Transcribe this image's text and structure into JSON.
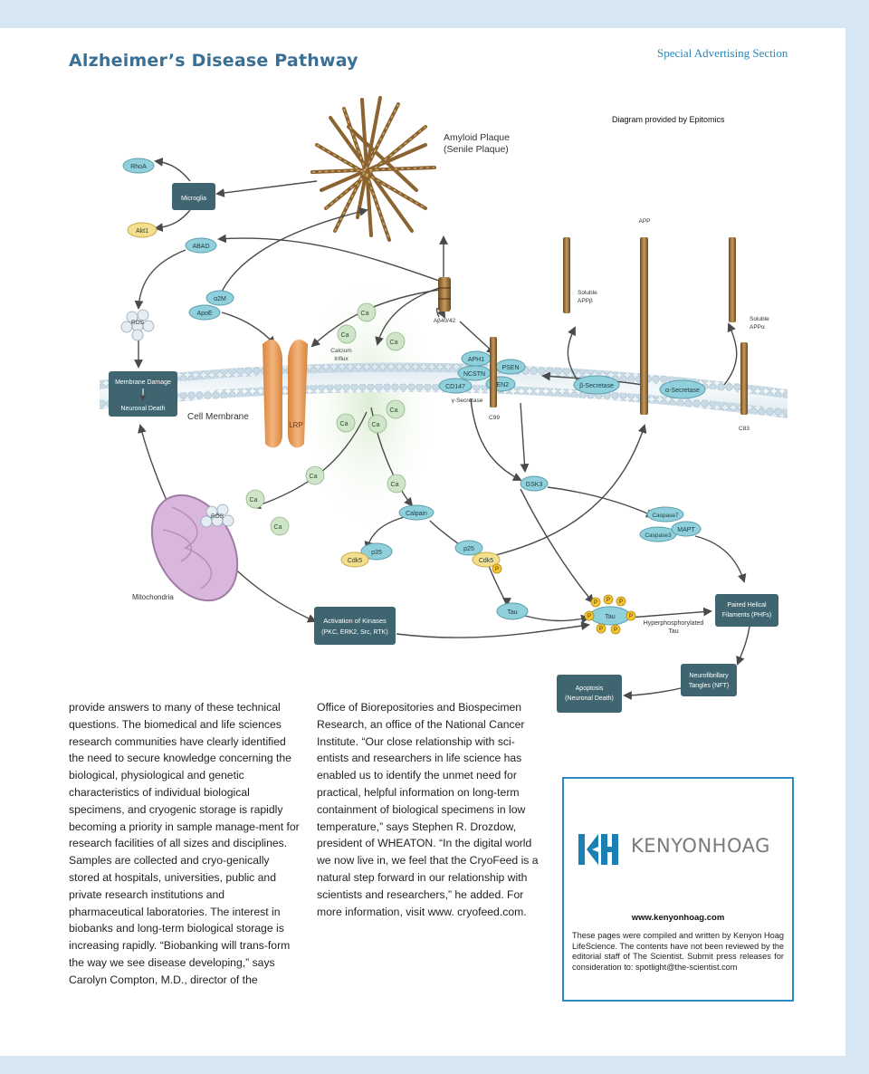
{
  "header": {
    "section_tag": "Special Advertising Section"
  },
  "diagram": {
    "title": "Alzheimer’s Disease Pathway",
    "credit": "Diagram provided by Epitomics",
    "labels": {
      "amyloid_plaque_1": "Amyloid Plaque",
      "amyloid_plaque_2": "(Senile Plaque)",
      "rhoa": "RhoA",
      "microglia": "Microglia",
      "akt1": "Akt1",
      "abad": "ABAD",
      "ros": "ROS",
      "a2m": "α2M",
      "apoe": "ApoE",
      "membrane_damage": "Membrane Damage",
      "neuronal_death": "Neuronal Death",
      "cell_membrane": "Cell Membrane",
      "lrp": "LRP",
      "calcium_influx_1": "Calcium",
      "calcium_influx_2": "Influx",
      "ca": "Ca",
      "ab4042": "Aβ40/42",
      "aph1": "APH1",
      "ncstn": "NCSTN",
      "cd147": "CD147",
      "psen": "PSEN",
      "pen2": "PEN2",
      "gamma_secretase": "γ-Secretase",
      "c99": "C99",
      "app": "APP",
      "soluble_appb_1": "Soluble",
      "soluble_appb_2": "APPβ",
      "soluble_appa_1": "Soluble",
      "soluble_appa_2": "APPα",
      "beta_secretase": "β-Secretase",
      "alpha_secretase": "α-Secretase",
      "c83": "C83",
      "gsk3": "GSK3",
      "caspase7": "Caspase7",
      "caspase3": "Caspase3",
      "mapt": "MAPT",
      "calpain": "Calpain",
      "p35": "p35",
      "cdk5": "Cdk5",
      "p25": "p25",
      "tau": "Tau",
      "p": "P",
      "mitochondria": "Mitochondria",
      "kinases_1": "Activation of Kinases",
      "kinases_2": "(PKC, ERK2, Src, RTK)",
      "hyperphos_1": "Hyperphosphorylated",
      "hyperphos_2": "Tau",
      "phf_1": "Paired Helical",
      "phf_2": "Filaments (PHFs)",
      "nft_1": "Neurofibrillary",
      "nft_2": "Tangles (NFT)",
      "apoptosis_1": "Apoptosis",
      "apoptosis_2": "(Neuronal Death)"
    }
  },
  "article": {
    "column1": "provide answers to many of these technical questions. The biomedical and life sciences research communities have clearly identified the need to secure knowledge concerning the biological, physiological and genetic characteristics of individual biological specimens, and cryogenic storage is rapidly becoming a priority in sample manage-ment for research facilities of all sizes and disciplines. Samples are collected and cryo-genically stored at hospitals, universities, public and private research institutions and pharmaceutical laboratories. The interest in biobanks and long-term biological storage is increasing rapidly. “Biobanking will trans-form the way we see disease developing,” says Carolyn Compton, M.D., director of the",
    "column2": "Office of Biorepositories and Biospecimen Research, an office of the National Cancer Institute. “Our close relationship with sci-entists and researchers in life science has enabled us to identify the unmet need for practical, helpful information on long-term containment of biological specimens in low temperature,” says Stephen R. Drozdow, president of WHEATON. “In the digital world we now live in, we feel that the CryoFeed is a natural step forward in our relationship with scientists and researchers,” he added. For more information, visit www. cryofeed.com."
  },
  "sidebox": {
    "logo_text": "KENYONHOAG",
    "url": "www.kenyonhoag.com",
    "note": "These pages were compiled and written by Kenyon Hoag LifeScience. The contents have not been reviewed by the editorial staff of The Scientist. Submit press releases for consideration to: spotlight@the-scientist.com"
  },
  "colors": {
    "page_bg": "#d6e6f2",
    "accent_blue": "#2a86b8",
    "title_blue": "#3a6f96",
    "node_teal": "#8fd0dc",
    "node_dark": "#3f6670",
    "node_yellow": "#f3df8e",
    "calcium_green": "#cfe5c9"
  }
}
